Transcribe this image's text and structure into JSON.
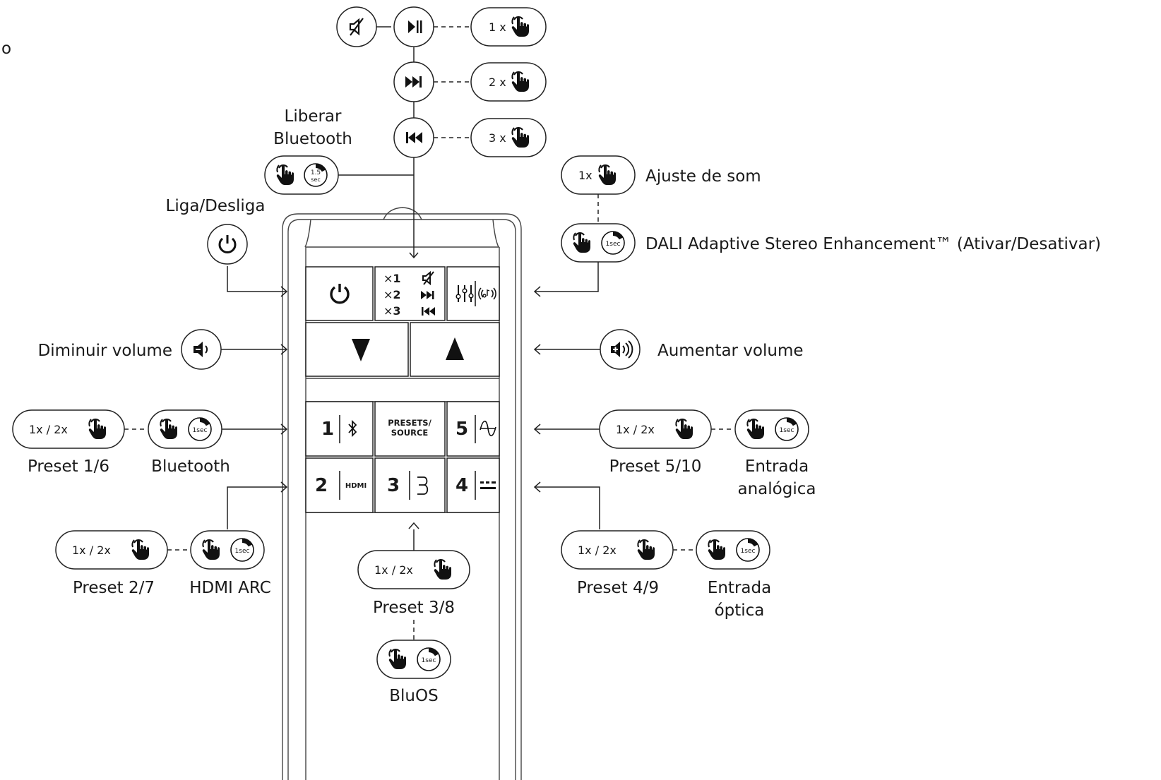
{
  "stray_text": "o",
  "labels": {
    "release_bt": [
      "Liberar",
      "Bluetooth"
    ],
    "power": "Liga/Desliga",
    "sound_adjust": "Ajuste de som",
    "dali": "DALI Adaptive Stereo Enhancement™ (Ativar/Desativar)",
    "vol_down": "Diminuir volume",
    "vol_up": "Aumentar volume",
    "preset16": "Preset 1/6",
    "bluetooth": "Bluetooth",
    "preset510": "Preset 5/10",
    "analog": [
      "Entrada",
      "analógica"
    ],
    "preset27": "Preset 2/7",
    "hdmi_arc": "HDMI ARC",
    "preset38": "Preset 3/8",
    "bluos": "BluOS",
    "preset49": "Preset 4/9",
    "optical": [
      "Entrada",
      "óptica"
    ]
  },
  "pills": {
    "press1": "1 x",
    "press2": "2 x",
    "press3": "3 x",
    "press1_tight": "1x",
    "press12": "1x / 2x"
  },
  "timers": {
    "hold15": [
      "1.5",
      "sec"
    ],
    "hold1": "1sec"
  },
  "remote": {
    "mult": [
      {
        "x": "×",
        "n": "1"
      },
      {
        "x": "×",
        "n": "2"
      },
      {
        "x": "×",
        "n": "3"
      }
    ],
    "digits": [
      "1",
      "2",
      "3",
      "4",
      "5"
    ],
    "presets_source": [
      "PRESETS/",
      "SOURCE"
    ],
    "hdmi": "HDMI"
  },
  "icons": [
    "mute-icon",
    "play-pause-icon",
    "next-track-icon",
    "previous-track-icon",
    "hand-press-icon",
    "timer-icon",
    "power-icon",
    "speaker-down-icon",
    "speaker-up-icon",
    "eq-sliders-icon",
    "sound-waves-icon",
    "bluetooth-icon",
    "analog-wave-icon",
    "optical-dots-icon",
    "bluos-icon",
    "triangle-down-icon",
    "triangle-up-icon"
  ]
}
